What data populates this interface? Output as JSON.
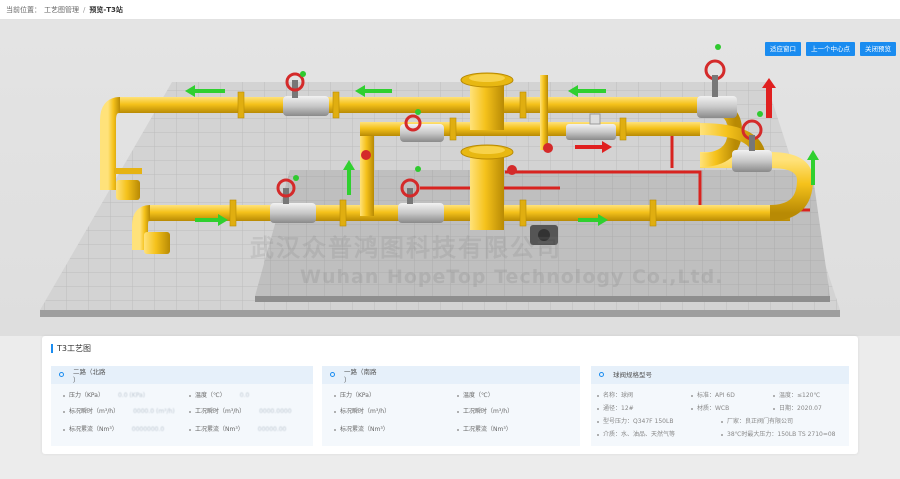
{
  "breadcrumb": {
    "location_label": "当前位置：",
    "parent": "工艺图管理",
    "separator": "/",
    "current": "预览-T3站"
  },
  "toolbar": {
    "fit_window": "适应窗口",
    "prev_center": "上一个中心点",
    "close_preview": "关闭预览"
  },
  "watermark": {
    "cn": "武汉众普鸿图科技有限公司",
    "en": "Wuhan HopeTop Technology Co.,Ltd."
  },
  "panel": {
    "title": "T3工艺图",
    "route2": {
      "name_line1": "二路（北路",
      "name_line2": "）",
      "pressure": "压力（KPa）",
      "pressure_val": "0.0 (KPa)",
      "temperature": "温度（℃）",
      "temperature_val": "0.0",
      "std_flow": "标况瞬时（m³/h）",
      "std_flow_val": "0000.0 (m³/h)",
      "work_flow": "工况瞬时（m³/h）",
      "work_flow_val": "0000.0000",
      "std_total": "标况累流（Nm³）",
      "std_total_val": "0000000.0",
      "work_total": "工况累流（Nm³）",
      "work_total_val": "00000.00"
    },
    "route1": {
      "name_line1": "一路（南路",
      "name_line2": "）",
      "pressure": "压力（KPa）",
      "temperature": "温度（℃）",
      "std_flow": "标况瞬时（m³/h）",
      "work_flow": "工况瞬时（m³/h）",
      "std_total": "标况累流（Nm³）",
      "work_total": "工况累流（Nm³）"
    },
    "valve": {
      "title": "球阀规格型号",
      "name": "名称：球阀",
      "standard": "标准：API 6D",
      "temp": "温度：≤120℃",
      "diameter": "通径：12#",
      "material": "材质：WCB",
      "date": "日期：2020.07",
      "model": "型号压力：Q347F 150LB",
      "maker": "厂家：良正阀门有限公司",
      "medium": "介质：水、油品、天然气等",
      "max_pressure": "38℃时最大压力：150LB TS 2710=08"
    }
  },
  "colors": {
    "pipe": "#f5c21b",
    "pipe_shade": "#c99a06",
    "valve_body": "#c8c8c8",
    "handwheel": "#d42a2a",
    "flow_arrow": "#2fd02f",
    "alarm_arrow": "#e02020",
    "accent": "#1a8cf0"
  }
}
